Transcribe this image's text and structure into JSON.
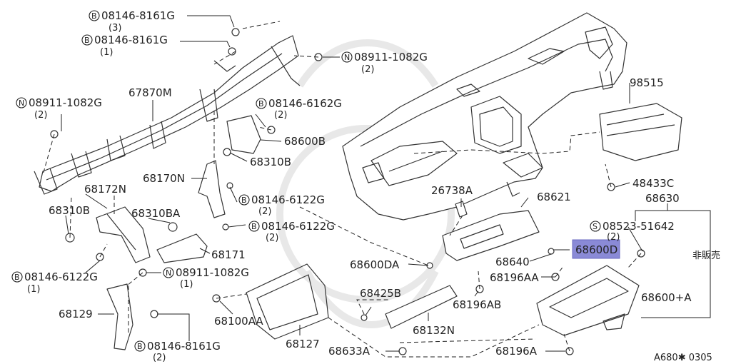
{
  "labels": {
    "b_08146_8161g_top": "08146-8161G",
    "b_08146_8161g_top_qty": "(3)",
    "b_08146_8161g_2": "08146-8161G",
    "b_08146_8161g_2_qty": "(1)",
    "n_08911_1082g_right": "08911-1082G",
    "n_08911_1082g_right_qty": "(2)",
    "n_08911_1082g_left": "08911-1082G",
    "n_08911_1082g_left_qty": "(2)",
    "p67870m": "67870M",
    "b_08146_6162g": "08146-6162G",
    "b_08146_6162g_qty": "(2)",
    "p68600b": "68600B",
    "p68310b_top": "68310B",
    "p68170n": "68170N",
    "b_08146_6122g_a": "08146-6122G",
    "b_08146_6122g_a_qty": "(2)",
    "p68172n": "68172N",
    "p68310b_left": "68310B",
    "p68310ba": "68310BA",
    "b_08146_6122g_b": "08146-6122G",
    "b_08146_6122g_b_qty": "(2)",
    "p68171": "68171",
    "b_08146_6122g_c": "08146-6122G",
    "b_08146_6122g_c_qty": "(1)",
    "n_08911_1082g_bottom": "08911-1082G",
    "n_08911_1082g_bottom_qty": "(1)",
    "p68129": "68129",
    "b_08146_8161g_bottom": "08146-8161G",
    "b_08146_8161g_bottom_qty": "(2)",
    "p68100aa": "68100AA",
    "p68127": "68127",
    "p68425b": "68425B",
    "p68633a": "68633A",
    "p68132n": "68132N",
    "p26738a": "26738A",
    "p68621": "68621",
    "p68600da": "68600DA",
    "p68196ab": "68196AB",
    "p98515": "98515",
    "p48433c": "48433C",
    "p68630": "68630",
    "s_08523_51642": "08523-51642",
    "s_08523_51642_qty": "(2)",
    "p68600d": "68600D",
    "p68640": "68640",
    "p68196aa": "68196AA",
    "p68600a": "68600+A",
    "p68196a": "68196A",
    "not_for_sale": "非販売",
    "diagram_code": "A680✱ 0305"
  },
  "symbols": {
    "bolt": "B",
    "nut": "N",
    "screw": "S"
  },
  "highlight_color": "#8a8ad6"
}
